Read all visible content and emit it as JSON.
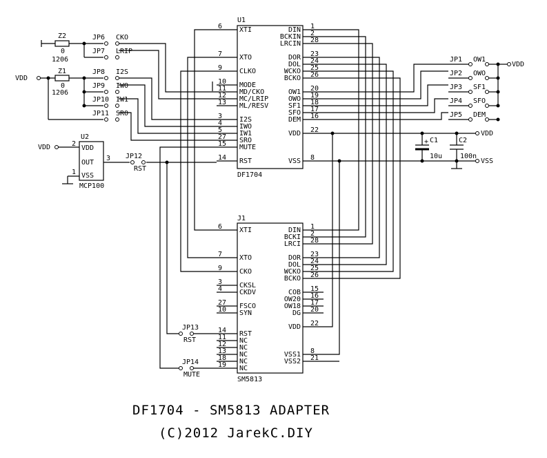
{
  "chips": {
    "u1": {
      "ref": "U1",
      "part": "DF1704",
      "left": [
        {
          "n": "6",
          "name": "XTI"
        },
        {
          "n": "7",
          "name": "XTO"
        },
        {
          "n": "9",
          "name": "CLKO"
        },
        {
          "n": "10",
          "name": "MODE"
        },
        {
          "n": "11",
          "name": "MD/CKO"
        },
        {
          "n": "12",
          "name": "MC/LRIP"
        },
        {
          "n": "13",
          "name": "ML/RESV"
        },
        {
          "n": "3",
          "name": "I2S"
        },
        {
          "n": "4",
          "name": "IWO"
        },
        {
          "n": "5",
          "name": "IW1"
        },
        {
          "n": "27",
          "name": "SRO"
        },
        {
          "n": "15",
          "name": "MUTE"
        },
        {
          "n": "14",
          "name": "RST"
        }
      ],
      "right": [
        {
          "n": "1",
          "name": "DIN"
        },
        {
          "n": "2",
          "name": "BCKIN"
        },
        {
          "n": "28",
          "name": "LRCIN"
        },
        {
          "n": "23",
          "name": "DOR"
        },
        {
          "n": "24",
          "name": "DOL"
        },
        {
          "n": "25",
          "name": "WCKO"
        },
        {
          "n": "26",
          "name": "BCKO"
        },
        {
          "n": "20",
          "name": "OW1"
        },
        {
          "n": "19",
          "name": "OWO"
        },
        {
          "n": "18",
          "name": "SF1"
        },
        {
          "n": "17",
          "name": "SFO"
        },
        {
          "n": "16",
          "name": "DEM"
        },
        {
          "n": "22",
          "name": "VDD"
        },
        {
          "n": "8",
          "name": "VSS"
        }
      ]
    },
    "j1": {
      "ref": "J1",
      "part": "SM5813",
      "left": [
        {
          "n": "6",
          "name": "XTI"
        },
        {
          "n": "7",
          "name": "XTO"
        },
        {
          "n": "9",
          "name": "CKO"
        },
        {
          "n": "3",
          "name": "CKSL"
        },
        {
          "n": "4",
          "name": "CKDV"
        },
        {
          "n": "27",
          "name": "FSCO"
        },
        {
          "n": "10",
          "name": "SYN"
        },
        {
          "n": "14",
          "name": "RST"
        },
        {
          "n": "11",
          "name": "NC"
        },
        {
          "n": "12",
          "name": "NC"
        },
        {
          "n": "13",
          "name": "NC"
        },
        {
          "n": "18",
          "name": "NC"
        },
        {
          "n": "19",
          "name": "NC"
        }
      ],
      "right": [
        {
          "n": "1",
          "name": "DIN"
        },
        {
          "n": "2",
          "name": "BCKI"
        },
        {
          "n": "28",
          "name": "LRCI"
        },
        {
          "n": "23",
          "name": "DOR"
        },
        {
          "n": "24",
          "name": "DOL"
        },
        {
          "n": "25",
          "name": "WCKO"
        },
        {
          "n": "26",
          "name": "BCKO"
        },
        {
          "n": "15",
          "name": "COB"
        },
        {
          "n": "16",
          "name": "OW20"
        },
        {
          "n": "17",
          "name": "OW18"
        },
        {
          "n": "20",
          "name": "DG"
        },
        {
          "n": "22",
          "name": "VDD"
        },
        {
          "n": "8",
          "name": "VSS1"
        },
        {
          "n": "21",
          "name": "VSS2"
        }
      ]
    },
    "u2": {
      "ref": "U2",
      "part": "MCP100",
      "pins": [
        {
          "n": "2",
          "name": "VDD"
        },
        {
          "n": "3",
          "name": "OUT"
        },
        {
          "n": "1",
          "name": "VSS"
        }
      ]
    }
  },
  "jumpers": {
    "jp6": "JP6",
    "ck0": "CKO",
    "jp7": "JP7",
    "lrip": "LRIP",
    "jp8": "JP8",
    "i2s": "I2S",
    "jp9": "JP9",
    "iw0": "IWO",
    "jp10": "JP10",
    "iw1": "IW1",
    "jp11": "JP11",
    "sr0": "SRO",
    "jp1": "JP1",
    "ow1": "OW1",
    "jp2": "JP2",
    "ow0": "OWO",
    "jp3": "JP3",
    "sf1": "SF1",
    "jp4": "JP4",
    "sf0": "SFO",
    "jp5": "JP5",
    "dem": "DEM",
    "jp12": "JP12",
    "rst12": "RST",
    "jp13": "JP13",
    "rst13": "RST",
    "jp14": "JP14",
    "mute14": "MUTE"
  },
  "parts": {
    "z2": "Z2",
    "z2_val": "0",
    "z2_pkg": "1206",
    "z1": "Z1",
    "z1_val": "0",
    "z1_pkg": "1206",
    "c1": "C1",
    "c1_val": "10u",
    "c2": "C2",
    "c2_val": "100n"
  },
  "nets": {
    "vdd_left": "VDD",
    "vdd_u2": "VDD",
    "vdd_right": "VDD",
    "vdd_cap": "VDD",
    "vss_cap": "VSS"
  },
  "footer": {
    "title": "DF1704 - SM5813 ADAPTER",
    "credit": "(C)2012 JarekC.DIY"
  }
}
